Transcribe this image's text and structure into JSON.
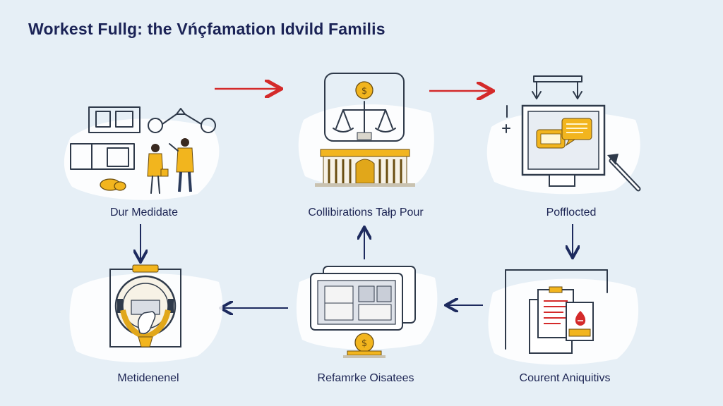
{
  "title": "Workest Fullg: the Vńçfamation Idvild Familis",
  "steps": [
    {
      "label": "Dur Medidate",
      "icon": "people-office-icon"
    },
    {
      "label": "Collibirations Tałp Pour",
      "icon": "courthouse-scales-icon"
    },
    {
      "label": "Pofflocted",
      "icon": "monitor-chat-icon"
    },
    {
      "label": "Metidenenel",
      "icon": "hand-scanner-icon"
    },
    {
      "label": "Refamrke Oisatees",
      "icon": "window-coin-icon"
    },
    {
      "label": "Courent Aniquitivs",
      "icon": "document-clipboard-icon"
    }
  ],
  "colors": {
    "navy": "#1d2a5e",
    "red": "#d42a2a",
    "gold": "#f2b51e",
    "background": "#e6eff6"
  }
}
